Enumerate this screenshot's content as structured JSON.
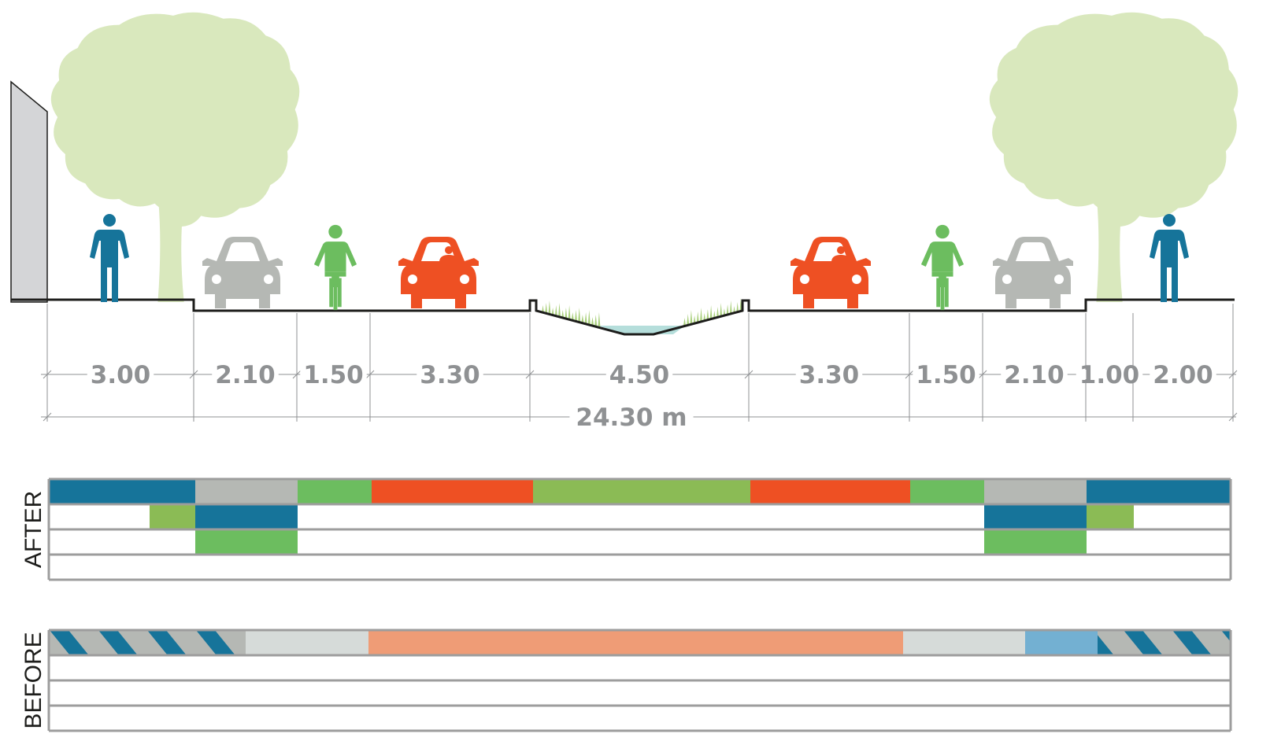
{
  "segments": [
    {
      "width": "3.00"
    },
    {
      "width": "2.10"
    },
    {
      "width": "1.50"
    },
    {
      "width": "3.30"
    },
    {
      "width": "4.50"
    },
    {
      "width": "3.30"
    },
    {
      "width": "1.50"
    },
    {
      "width": "2.10"
    },
    {
      "width": "1.00"
    },
    {
      "width": "2.00"
    }
  ],
  "total_width": "24.30 m",
  "after": {
    "label": "AFTER",
    "rows": [
      [
        "pedestrian",
        "parking",
        "bicycle",
        "car",
        "green",
        "car",
        "bicycle",
        "parking",
        "pedestrian"
      ],
      [
        "green",
        "pedestrian",
        "pedestrian",
        "green"
      ],
      [
        "bicycle",
        "bicycle"
      ],
      []
    ]
  },
  "before": {
    "label": "BEFORE",
    "rows": [
      [
        "mixed-pedestrian-parking",
        "grey-light",
        "car-light",
        "grey-light",
        "pedestrian-light",
        "mixed-pedestrian-parking"
      ],
      [],
      [],
      []
    ]
  },
  "colors": {
    "pedestrian": "#16749a",
    "parking": "#b5b8b4",
    "bicycle": "#6cbd5f",
    "car": "#ee5023",
    "green": "#8bbb55",
    "car-light": "#ef9c76",
    "grey-light": "#d6dbd9",
    "pedestrian-light": "#73b0d2",
    "tree": "#d9e8bd",
    "water": "#b5dedb",
    "building": "#d4d5d7",
    "grid": "#9d9d9d",
    "dim": "#8f9193"
  },
  "icons": {
    "left": [
      "building",
      "tree",
      "pedestrian-icon",
      "parked-car-icon",
      "cyclist-icon",
      "car-icon"
    ],
    "right": [
      "car-icon",
      "cyclist-icon",
      "parked-car-icon",
      "tree",
      "pedestrian-icon"
    ]
  }
}
